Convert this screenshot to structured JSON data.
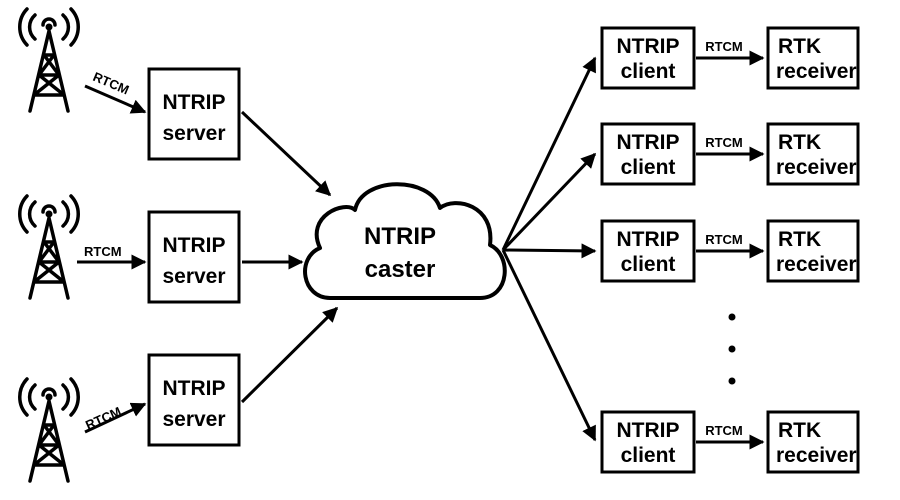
{
  "colors": {
    "stroke": "#000000",
    "background": "#ffffff"
  },
  "icons": {
    "tower": "radio-tower-icon",
    "cloud": "cloud-icon"
  },
  "caster": {
    "line1": "NTRIP",
    "line2": "caster"
  },
  "servers": [
    {
      "line1": "NTRIP",
      "line2": "server",
      "link_label": "RTCM"
    },
    {
      "line1": "NTRIP",
      "line2": "server",
      "link_label": "RTCM"
    },
    {
      "line1": "NTRIP",
      "line2": "server",
      "link_label": "RTCM"
    }
  ],
  "clients": [
    {
      "client_line1": "NTRIP",
      "client_line2": "client",
      "link_label": "RTCM",
      "receiver_line1": "RTK",
      "receiver_line2": "receiver"
    },
    {
      "client_line1": "NTRIP",
      "client_line2": "client",
      "link_label": "RTCM",
      "receiver_line1": "RTK",
      "receiver_line2": "receiver"
    },
    {
      "client_line1": "NTRIP",
      "client_line2": "client",
      "link_label": "RTCM",
      "receiver_line1": "RTK",
      "receiver_line2": "receiver"
    },
    {
      "client_line1": "NTRIP",
      "client_line2": "client",
      "link_label": "RTCM",
      "receiver_line1": "RTK",
      "receiver_line2": "receiver"
    }
  ]
}
